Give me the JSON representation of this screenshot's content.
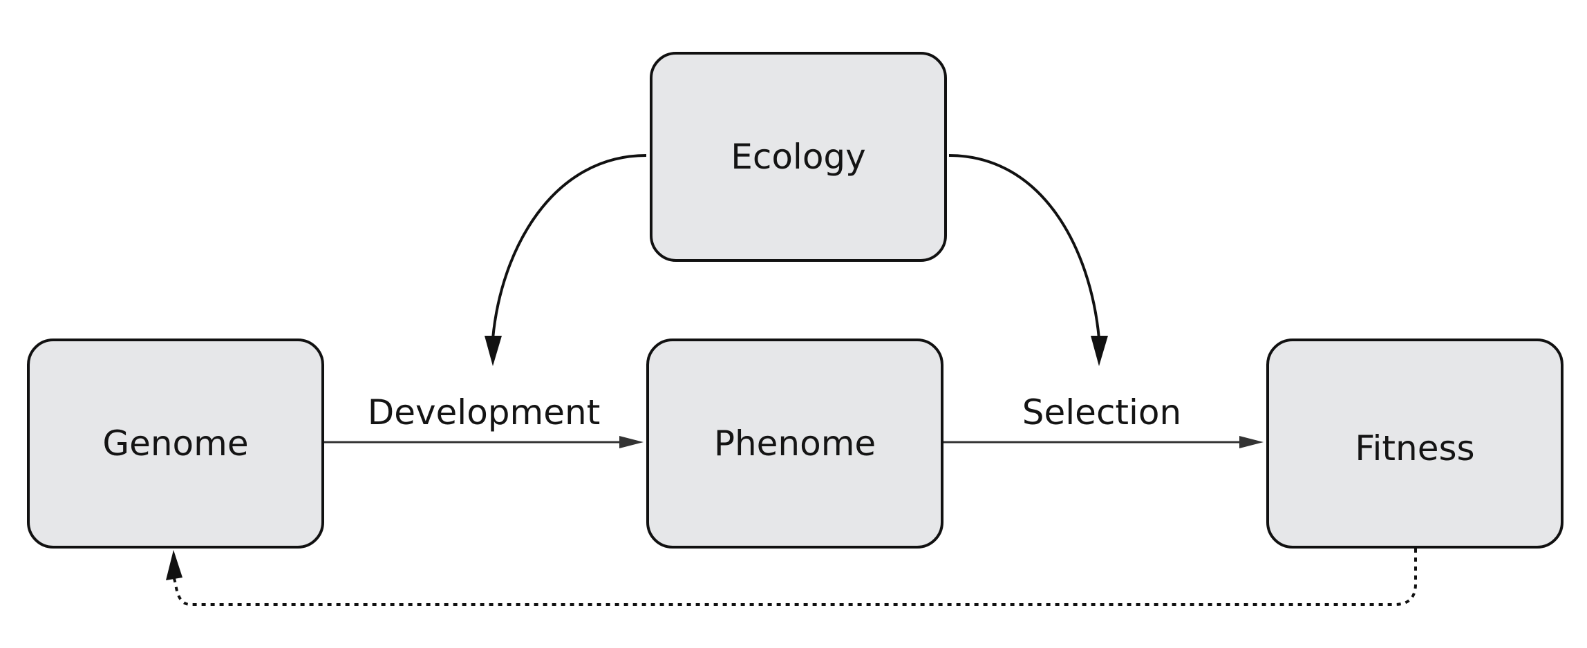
{
  "nodes": {
    "ecology": "Ecology",
    "genome": "Genome",
    "phenome": "Phenome",
    "fitness": "Fitness"
  },
  "edges": {
    "development": "Development",
    "selection": "Selection"
  },
  "colors": {
    "node_fill": "#e6e7e9",
    "node_border": "#111111",
    "curved_arrow": "#111111",
    "straight_arrow": "#333333",
    "feedback_arrow": "#111111",
    "text": "#141414"
  }
}
